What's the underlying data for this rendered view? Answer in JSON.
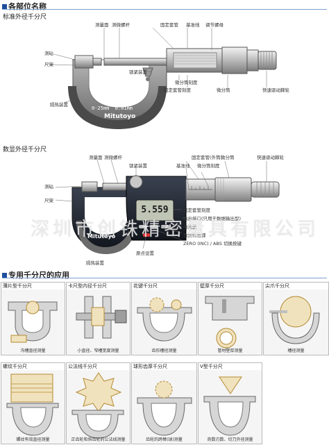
{
  "sections": {
    "parts": "各部位名称",
    "applications": "专用千分尺的应用"
  },
  "standard": {
    "title": "标准外径千分尺",
    "labels": {
      "measuring_face": "测量面",
      "spindle": "测微螺杆",
      "sleeve": "固定套管",
      "index_line": "基准线",
      "adjust_nut": "调节螺母",
      "anvil": "测砧",
      "frame": "尺架",
      "lock": "锁紧装置",
      "thimble_scale": "微分筒刻度",
      "sleeve_scale": "固定套管刻度",
      "thimble": "微分筒",
      "ratchet": "快速驱动棘轮",
      "insulator": "隔热装置"
    },
    "frame_text": {
      "range": "0-25mm",
      "resolution": "0.01mm",
      "brand": "Mitutoyo"
    }
  },
  "digital": {
    "title": "数显外径千分尺",
    "labels": {
      "measuring_face": "测量面",
      "spindle": "测微螺杆",
      "lock": "锁紧装置",
      "sleeve_outer": "固定套管(外筒)",
      "index_line": "基准线",
      "thimble_scale": "微分筒刻度",
      "thimble": "微分筒",
      "ratchet": "快速驱动棘轮",
      "anvil": "测砧",
      "frame": "尺架",
      "sleeve_scale": "固定套管刻度",
      "output": "输出接口(只用于数据输出型)",
      "battery": "电池盖",
      "data_button": "数据输出键",
      "zero_button": "ZERO (INC) / ABS 切换按键",
      "origin": "原点设置",
      "insulator": "隔热装置"
    },
    "display_value": "5.559",
    "brand": "Mitutoyo"
  },
  "watermark": "深圳市创铢精密量具有限公司",
  "applications": [
    {
      "title": "薄片型千分尺",
      "caption": "沟槽直径测量"
    },
    {
      "title": "卡尺型内径千分尺",
      "caption": "小直径、窄槽宽度测量"
    },
    {
      "title": "花键千分尺",
      "caption": "齿形槽径测量"
    },
    {
      "title": "壁厚千分尺",
      "caption": "管材壁厚测量"
    },
    {
      "title": "尖爪千分尺",
      "caption": "槽径测量"
    },
    {
      "title": "螺纹千分尺",
      "caption": "螺纹有效直径测量"
    },
    {
      "title": "公法线千分尺",
      "caption": "正齿轮和斜齿轮的公法线测量"
    },
    {
      "title": "球形齿厚千分尺",
      "caption": "齿轮的跨棒(球)测量"
    },
    {
      "title": "V型千分尺",
      "caption": "奇数刃数、切刀外径测量"
    }
  ]
}
